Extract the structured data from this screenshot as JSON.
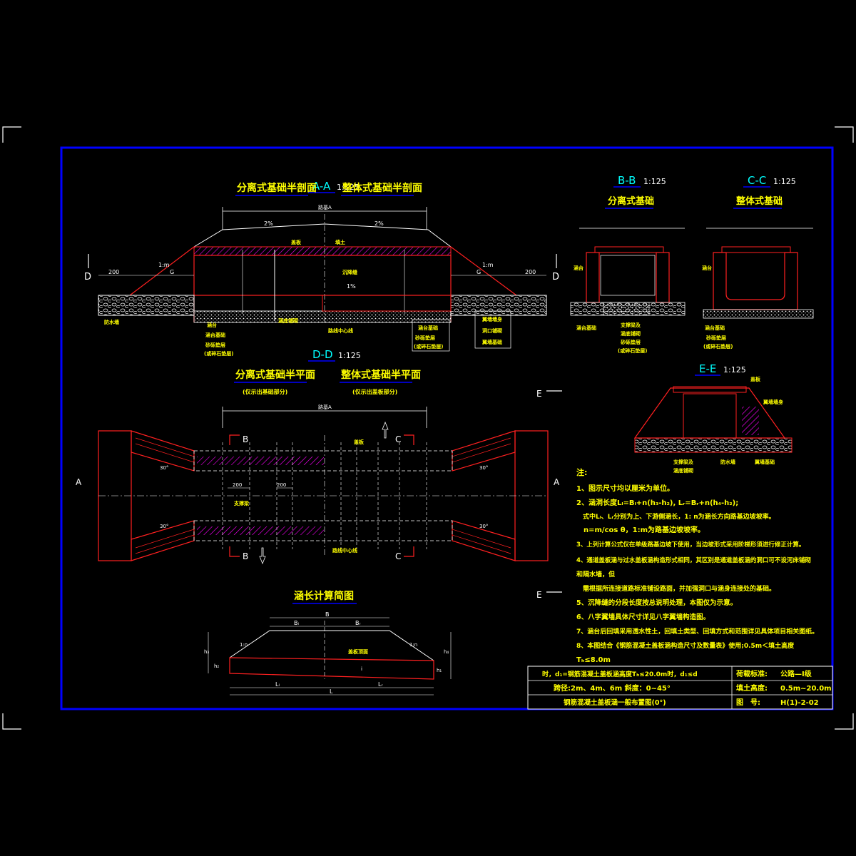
{
  "colors": {
    "background": "#000000",
    "frame": "#0000ff",
    "structure": "#ff2020",
    "lines": "#ffffff",
    "text": "#ffff00",
    "dimension": "#00ff00",
    "hatch": "#ff00ff"
  },
  "views": {
    "aa": {
      "label": "A-A",
      "scale": "1:125",
      "left_title": "分离式基础半剖面",
      "right_title": "整体式基础半剖面",
      "section_letter": "D",
      "dim_200": "200",
      "dim_g": "G",
      "slope": "1:m",
      "pct": "2%",
      "label_xiban": "盖板",
      "label_tian": "填土",
      "label_chenjiang": "沉降缝",
      "label_fangshui": "防水墙",
      "label_taishen": "涵台",
      "label_hantai_jichu": "涵台基础",
      "label_shazhen": "砂砾垫层",
      "label_shazhen_note": "(或碎石垫层)",
      "label_road_center": "路线中心线",
      "label_bottom": "涵底铺砌",
      "label_right_1": "翼墙墙身",
      "label_right_2": "洞口铺砌",
      "label_right_3": "翼墙基础",
      "label_right_4": "涵台基础",
      "label_right_5": "砂砾垫层",
      "label_right_6": "(或碎石垫层)",
      "label_width": "路基A"
    },
    "bb": {
      "label": "B-B",
      "scale": "1:125",
      "title": "分离式基础",
      "label_tai": "涵台",
      "label_jichu": "涵台基础",
      "label_pu": "支撑梁及",
      "label_pu2": "涵底铺砌",
      "label_sha": "砂砾垫层",
      "label_sha2": "(或碎石垫层)"
    },
    "cc": {
      "label": "C-C",
      "scale": "1:125",
      "title": "整体式基础",
      "label_tai": "涵台",
      "label_jichu": "涵台基础",
      "label_sha": "砂砾垫层",
      "label_sha2": "(或碎石垫层)"
    },
    "dd": {
      "label": "D-D",
      "scale": "1:125",
      "left_title": "分离式基础半平面",
      "left_sub": "(仅示出基础部分)",
      "right_title": "整体式基础半平面",
      "right_sub": "(仅示出盖板部分)",
      "width": "路基A",
      "b": "B",
      "c": "C",
      "a": "A",
      "dim": "200",
      "label_support": "支撑梁",
      "label_slab": "盖板",
      "label_center": "路线中心线",
      "angle": "30°"
    },
    "ee": {
      "label": "E-E",
      "scale": "1:125",
      "letter": "E",
      "label_1": "盖板",
      "label_2": "翼墙墙身",
      "label_3": "支撑梁及",
      "label_3b": "涵底铺砌",
      "label_4": "防水墙",
      "label_5": "翼墙基础"
    },
    "calc": {
      "title": "涵长计算简图",
      "b": "B",
      "bl": "Bₗ",
      "br": "Bᵣ",
      "l": "L",
      "ll": "Lₗ",
      "lr": "Lᵣ",
      "slope_l": "1:n",
      "slope_r": "1:n",
      "label": "盖板顶面",
      "h1": "h₁",
      "h2": "h₂",
      "h3": "h₃",
      "h4": "h₄",
      "i": "i"
    }
  },
  "notes": {
    "heading": "注:",
    "items": [
      "1、图示尺寸均以厘米为单位。",
      "2、涵洞长度Lₗ=Bₗ+n(h₃-h₂), Lᵣ=Bᵣ+n(h₄-h₂);",
      "　式中Lₗ、Lᵣ分别为上、下游侧涵长，1: n为涵长方向路基边坡坡率。",
      "　n=m/cos θ，1:m为路基边坡坡率。",
      "3、上列计算公式仅在单级路基边坡下使用，当边坡形式采用阶梯形须进行修正计算。",
      "4、通道盖板涵与过水盖板涵构造形式相同，其区别是通道盖板涵的洞口可不设河床铺砌",
      "和隔水墙，但",
      "　需根据所连接道路标准铺设路面，并加强洞口与涵身连接处的基础。",
      "5、沉降缝的分段长度按总说明处理，本图仅为示意。",
      "6、八字翼墙具体尺寸详见八字翼墙构造图。",
      "7、涵台后回填采用透水性土，回填土类型、回填方式和范围详见具体项目相关图纸。",
      "8、本图结合《钢筋混凝土盖板涵构造尺寸及数量表》使用;0.5m＜填土高度",
      "Tₕ≤8.0m"
    ]
  },
  "title_block": {
    "line1": "时，d₁=钢筋混凝土盖板涵高度Tₕ≤20.0m时，d₁≤d",
    "line2": "跨径:2m、4m、6m  斜度：0~45°",
    "line3": "钢筋混凝土盖板涵一般布置图(0°)",
    "design_std_label": "荷载标准:",
    "design_std_value": "公路—Ⅰ级",
    "fill_label": "填土高度:",
    "fill_value": "0.5m~20.0m",
    "fig_label": "图　号:",
    "fig_value": "H(1)-2-02"
  }
}
